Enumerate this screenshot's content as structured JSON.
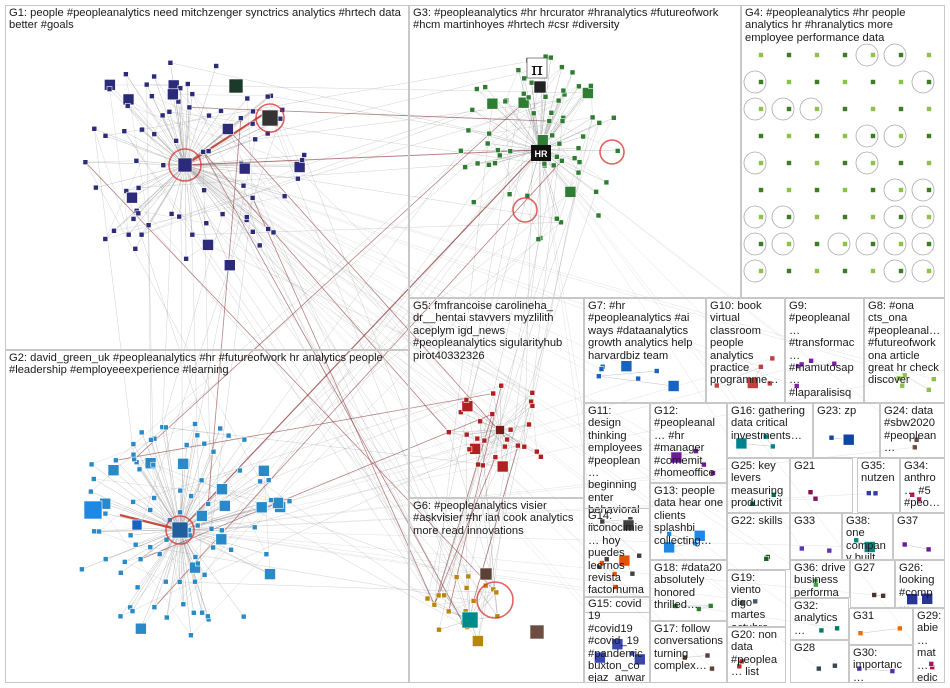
{
  "title": "NodeXL network graph #peopleanalytics",
  "groups": [
    {
      "id": "G1",
      "label": "G1: people #peopleanalytics need mitchzenger synctrics analytics #hrtech data better #goals"
    },
    {
      "id": "G2",
      "label": "G2: david_green_uk #peopleanalytics #hr #futureofwork hr analytics people #leadership #employeeexperience #learning"
    },
    {
      "id": "G3",
      "label": "G3: #peopleanalytics #hr hrcurator #hranalytics #futureofwork #hcm martinhoyes #hrtech #csr #diversity"
    },
    {
      "id": "G4",
      "label": "G4: #peopleanalytics #hr people analytics hr #hranalytics more employee performance data"
    },
    {
      "id": "G5",
      "label": "G5: fmfrancoise carolineha_ dr__hentai stavvers myzlilith aceplym igd_news #peopleanalytics sigularityhub pirot40332326"
    },
    {
      "id": "G6",
      "label": "G6: #peopleanalytics visier #askvisier #hr ian cook analytics more read innovations"
    },
    {
      "id": "G7",
      "label": "G7: #hr #peopleanalytics #ai ways #dataanalytics growth analytics help harvardbiz team"
    },
    {
      "id": "G8",
      "label": "G8: #ona cts_ona #peopleanal… #futureofwork ona article great hr check discover"
    },
    {
      "id": "G9",
      "label": "G9: #peopleanal… #transformac… #mamutosap… #laparalisisq… #tropasapiens nuestros…"
    },
    {
      "id": "G10",
      "label": "G10: book virtual classroom people analytics practice programme…"
    },
    {
      "id": "G11",
      "label": "G11: design thinking employees #peoplean… beginning enter behavioral…"
    },
    {
      "id": "G12",
      "label": "G12: #peopleanal… #hr #manager #comemit #homeoffice…"
    },
    {
      "id": "G13",
      "label": "G13: people data hear one clients splashbi collecting…"
    },
    {
      "id": "G14",
      "label": "G14: iiconocimie… hoy puedes leernos revista factorhuma…"
    },
    {
      "id": "G15",
      "label": "G15: covid 19 #covid19 #covid_19 #pandemic buxton_co ejaz_anwar…"
    },
    {
      "id": "G16",
      "label": "G16: gathering data critical investments…"
    },
    {
      "id": "G17",
      "label": "G17: follow conversations turning complex…"
    },
    {
      "id": "G18",
      "label": "G18: #data20 absolutely honored thrilled…"
    },
    {
      "id": "G19",
      "label": "G19: viento digo martes octubre…"
    },
    {
      "id": "G20",
      "label": "G20: non data #peoplea… list"
    },
    {
      "id": "G21",
      "label": "G21"
    },
    {
      "id": "G22",
      "label": "G22: skills"
    },
    {
      "id": "G23",
      "label": "G23: zp"
    },
    {
      "id": "G24",
      "label": "G24: data #sbw2020 #peoplean…"
    },
    {
      "id": "G25",
      "label": "G25: key levers measuring productivit…"
    },
    {
      "id": "G26",
      "label": "G26: looking #comp…"
    },
    {
      "id": "G27",
      "label": "G27"
    },
    {
      "id": "G28",
      "label": "G28"
    },
    {
      "id": "G29",
      "label": "G29: abie… mat… edic… mas…"
    },
    {
      "id": "G30",
      "label": "G30: importanc…"
    },
    {
      "id": "G31",
      "label": "G31"
    },
    {
      "id": "G32",
      "label": "G32: analytics…"
    },
    {
      "id": "G33",
      "label": "G33"
    },
    {
      "id": "G34",
      "label": "G34: anthro… #5 #peo…"
    },
    {
      "id": "G35",
      "label": "G35: nutzen"
    },
    {
      "id": "G36",
      "label": "G36: drive business performa…"
    },
    {
      "id": "G37",
      "label": "G37"
    },
    {
      "id": "G38",
      "label": "G38: one company built…"
    }
  ],
  "hub_labels": [
    "HR",
    "π"
  ]
}
